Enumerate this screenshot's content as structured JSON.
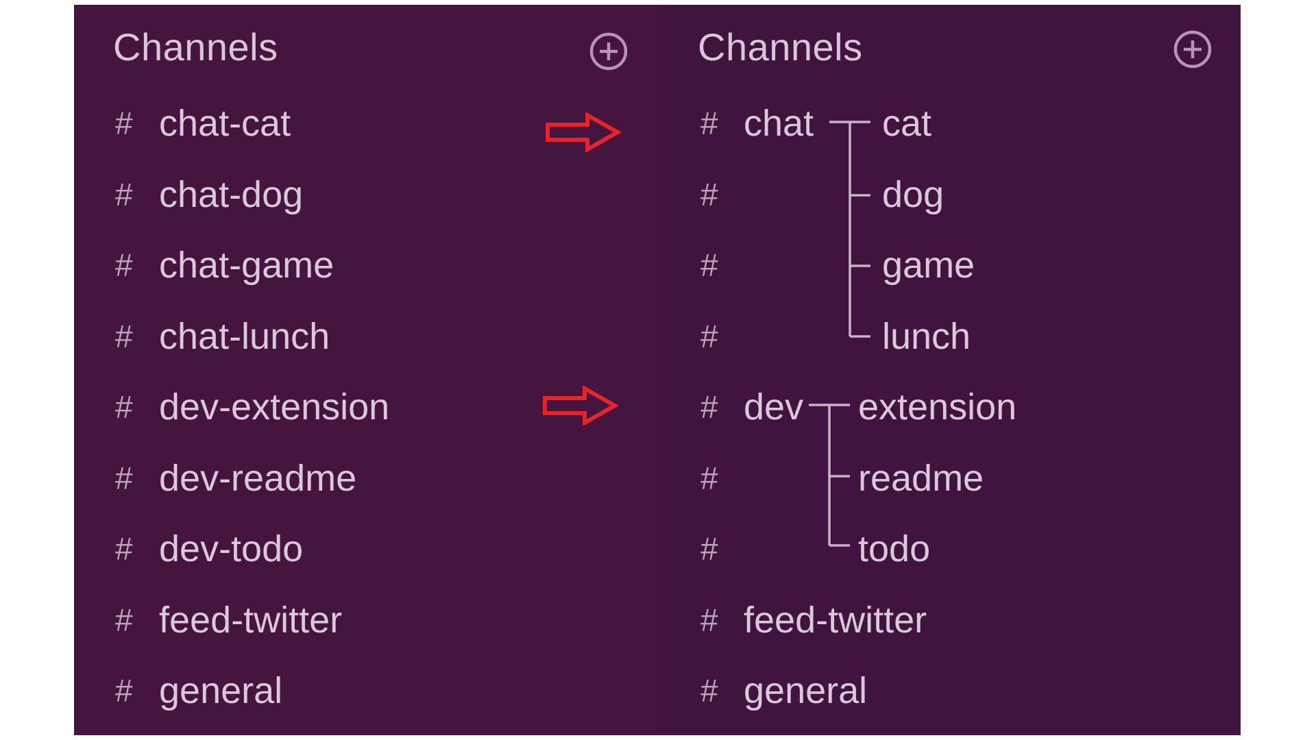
{
  "colors": {
    "background": "#44153f",
    "text": "#dac8db",
    "hash": "#b9a4ba",
    "arrow": "#e8232a"
  },
  "left_panel": {
    "title": "Channels",
    "add_icon": "plus-circle-icon",
    "channels": [
      {
        "hash": "#",
        "name": "chat-cat"
      },
      {
        "hash": "#",
        "name": "chat-dog"
      },
      {
        "hash": "#",
        "name": "chat-game"
      },
      {
        "hash": "#",
        "name": "chat-lunch"
      },
      {
        "hash": "#",
        "name": "dev-extension"
      },
      {
        "hash": "#",
        "name": "dev-readme"
      },
      {
        "hash": "#",
        "name": "dev-todo"
      },
      {
        "hash": "#",
        "name": "feed-twitter"
      },
      {
        "hash": "#",
        "name": "general"
      }
    ]
  },
  "arrows": [
    {
      "icon": "red-right-arrow-icon",
      "points_to": "chat group"
    },
    {
      "icon": "red-right-arrow-icon",
      "points_to": "dev group"
    }
  ],
  "right_panel": {
    "title": "Channels",
    "add_icon": "plus-circle-icon",
    "groups": [
      {
        "hash": "#",
        "prefix": "chat",
        "children": [
          "cat",
          "dog",
          "game",
          "lunch"
        ]
      },
      {
        "hash": "#",
        "prefix": "dev",
        "children": [
          "extension",
          "readme",
          "todo"
        ]
      }
    ],
    "channels": [
      {
        "hash": "#",
        "name": "feed-twitter"
      },
      {
        "hash": "#",
        "name": "general"
      }
    ]
  }
}
